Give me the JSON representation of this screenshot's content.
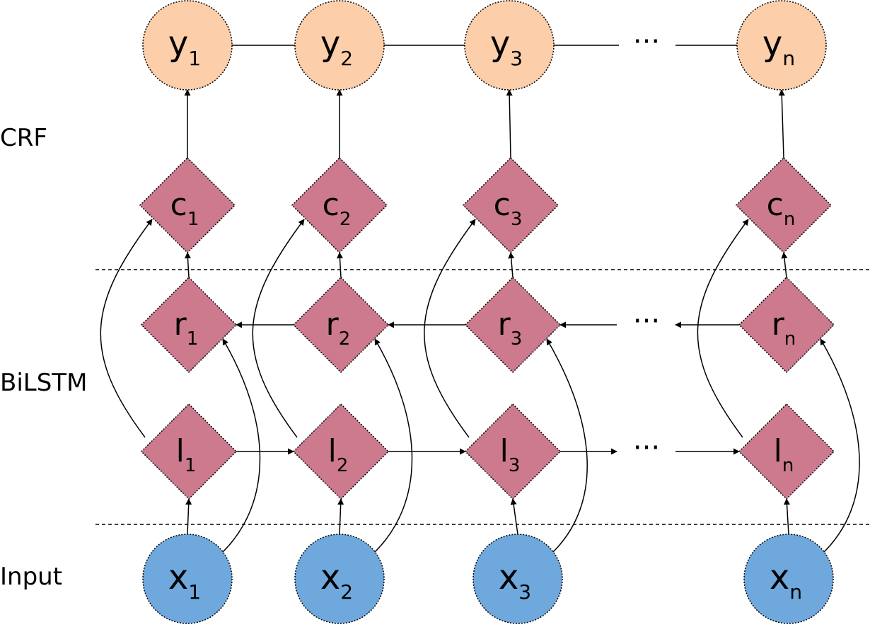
{
  "layers": {
    "crf": "CRF",
    "bilstm": "BiLSTM",
    "input": "Input"
  },
  "columns": [
    {
      "y": {
        "base": "y",
        "sub": "1"
      },
      "c": {
        "base": "c",
        "sub": "1"
      },
      "r": {
        "base": "r",
        "sub": "1"
      },
      "l": {
        "base": "l",
        "sub": "1"
      },
      "x": {
        "base": "x",
        "sub": "1"
      }
    },
    {
      "y": {
        "base": "y",
        "sub": "2"
      },
      "c": {
        "base": "c",
        "sub": "2"
      },
      "r": {
        "base": "r",
        "sub": "2"
      },
      "l": {
        "base": "l",
        "sub": "2"
      },
      "x": {
        "base": "x",
        "sub": "2"
      }
    },
    {
      "y": {
        "base": "y",
        "sub": "3"
      },
      "c": {
        "base": "c",
        "sub": "3"
      },
      "r": {
        "base": "r",
        "sub": "3"
      },
      "l": {
        "base": "l",
        "sub": "3"
      },
      "x": {
        "base": "x",
        "sub": "3"
      }
    },
    {
      "y": {
        "base": "y",
        "sub": "n"
      },
      "c": {
        "base": "c",
        "sub": "n"
      },
      "r": {
        "base": "r",
        "sub": "n"
      },
      "l": {
        "base": "l",
        "sub": "n"
      },
      "x": {
        "base": "x",
        "sub": "n"
      }
    }
  ],
  "ellipsis": "···",
  "colors": {
    "output": "#fcceaa",
    "hidden": "#cd7a8e",
    "input": "#6fa8dc",
    "stroke": "#000000"
  }
}
